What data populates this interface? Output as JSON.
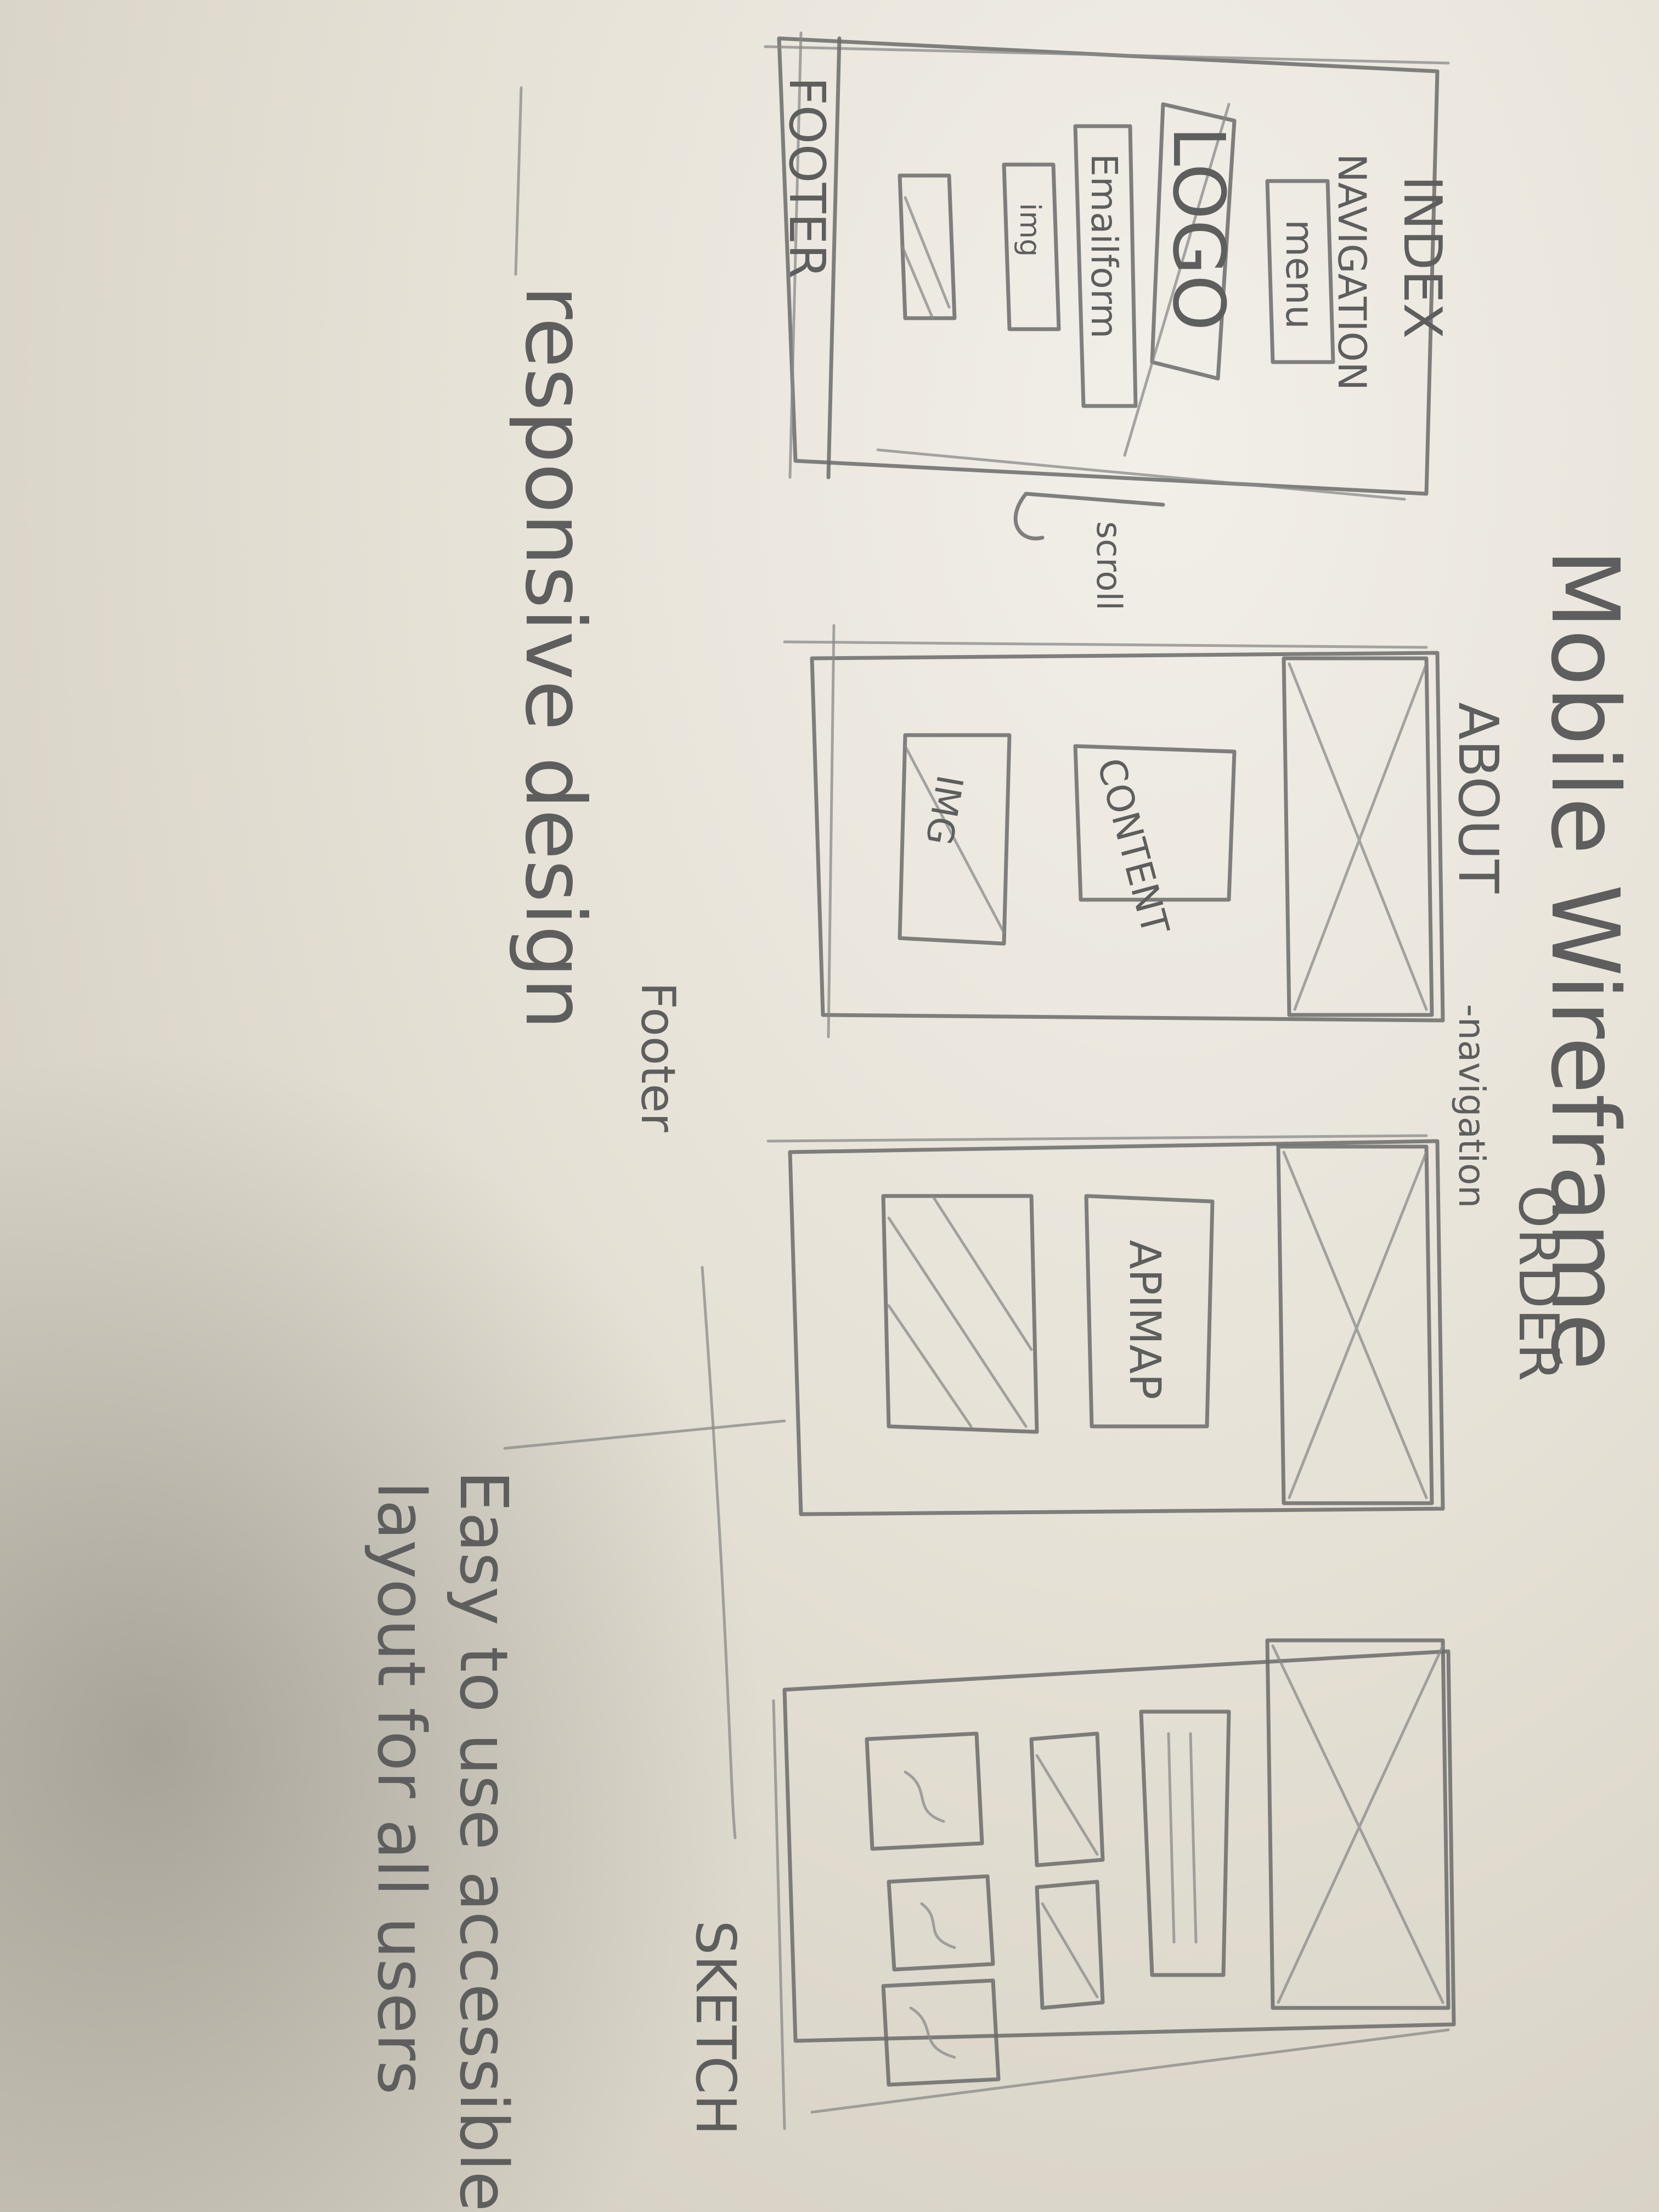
{
  "title": "Mobile Wireframe",
  "screens": [
    {
      "name": "INDEX",
      "elements": [
        "NAVIGATION",
        "menu",
        "LOGO",
        "Emailform",
        "img",
        "FOOTER"
      ]
    },
    {
      "name": "ABOUT",
      "elements": [
        "CONTENT",
        "IMG"
      ]
    },
    {
      "name": "ORDER",
      "elements": [
        "APIMAP"
      ]
    },
    {
      "name": "SKETCH",
      "elements": []
    }
  ],
  "annotations": {
    "scroll": "scroll",
    "navigation": "-navigation",
    "footer": "Footer",
    "responsive": "responsive design",
    "easy_line1": "Easy to use accessible",
    "easy_line2": "layout for all users"
  }
}
